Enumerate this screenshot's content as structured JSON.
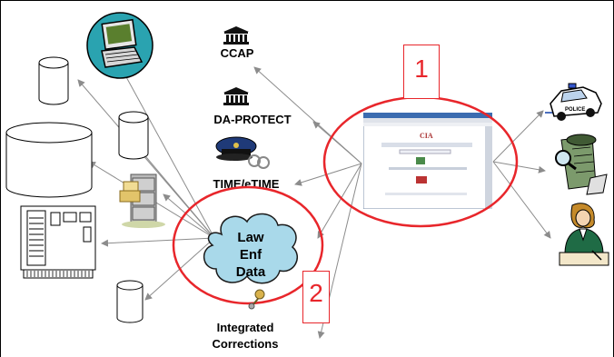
{
  "labels": {
    "ccap": "CCAP",
    "da_protect": "DA-PROTECT",
    "time_etime": "TIME/eTIME",
    "integrated_corrections_line1": "Integrated",
    "integrated_corrections_line2": "Corrections"
  },
  "cloud": {
    "line1": "Law",
    "line2": "Enf",
    "line3": "Data"
  },
  "callouts": {
    "one": "1",
    "two": "2"
  },
  "colors": {
    "highlight_red": "#e8262b",
    "connector_gray": "#8c8c8c",
    "cloud_fill": "#a9d9ea",
    "monitor_teal": "#2aa3b0"
  },
  "icons": [
    "computer-icon",
    "courthouse-icon",
    "police-cap-icon",
    "database-icon",
    "server-icon",
    "filing-cabinet-icon",
    "police-car-icon",
    "detective-icon",
    "lawyer-icon",
    "web-app-screenshot"
  ]
}
